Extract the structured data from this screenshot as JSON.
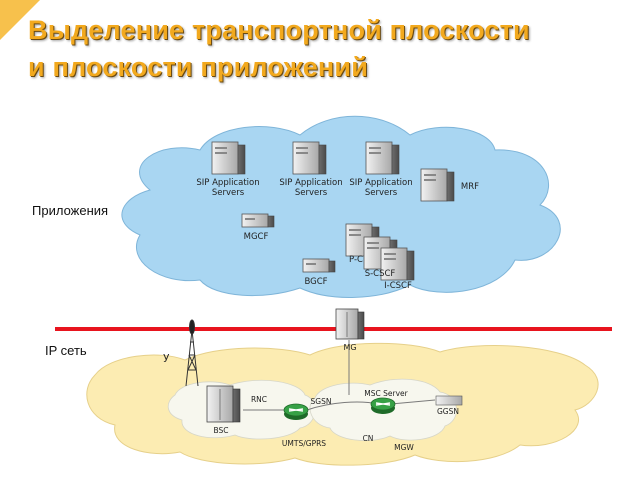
{
  "title": {
    "line1": "Выделение транспортной плоскости",
    "line2": "и плоскости приложений"
  },
  "labels": {
    "applications": "Приложения",
    "ip_network": "IP сеть"
  },
  "app_cloud": {
    "sip1": [
      "SIP Application",
      "Servers"
    ],
    "sip2": [
      "SIP Application",
      "Servers"
    ],
    "sip3": [
      "SIP Application",
      "Servers"
    ],
    "mrf": "MRF",
    "mgcf": "MGCF",
    "bgcf": "BGCF",
    "pcscf": "P-C",
    "scscf": "S-CSCF",
    "icscf": "I-CSCF"
  },
  "mg_label": "MG",
  "transport_cloud": {
    "rnc": "RNC",
    "bsc": "BSC",
    "sgsn": "SGSN",
    "msc_server": "MSC Server",
    "ggsn": "GGSN",
    "umts_gprs": "UMTS/GPRS",
    "cn": "CN",
    "mgw": "MGW"
  },
  "colors": {
    "title": "#f2a91e",
    "app_cloud": "#a9d6f2",
    "transport_cloud": "#fcecb2",
    "divider": "#e8141e",
    "router": "#2e8b3a"
  }
}
